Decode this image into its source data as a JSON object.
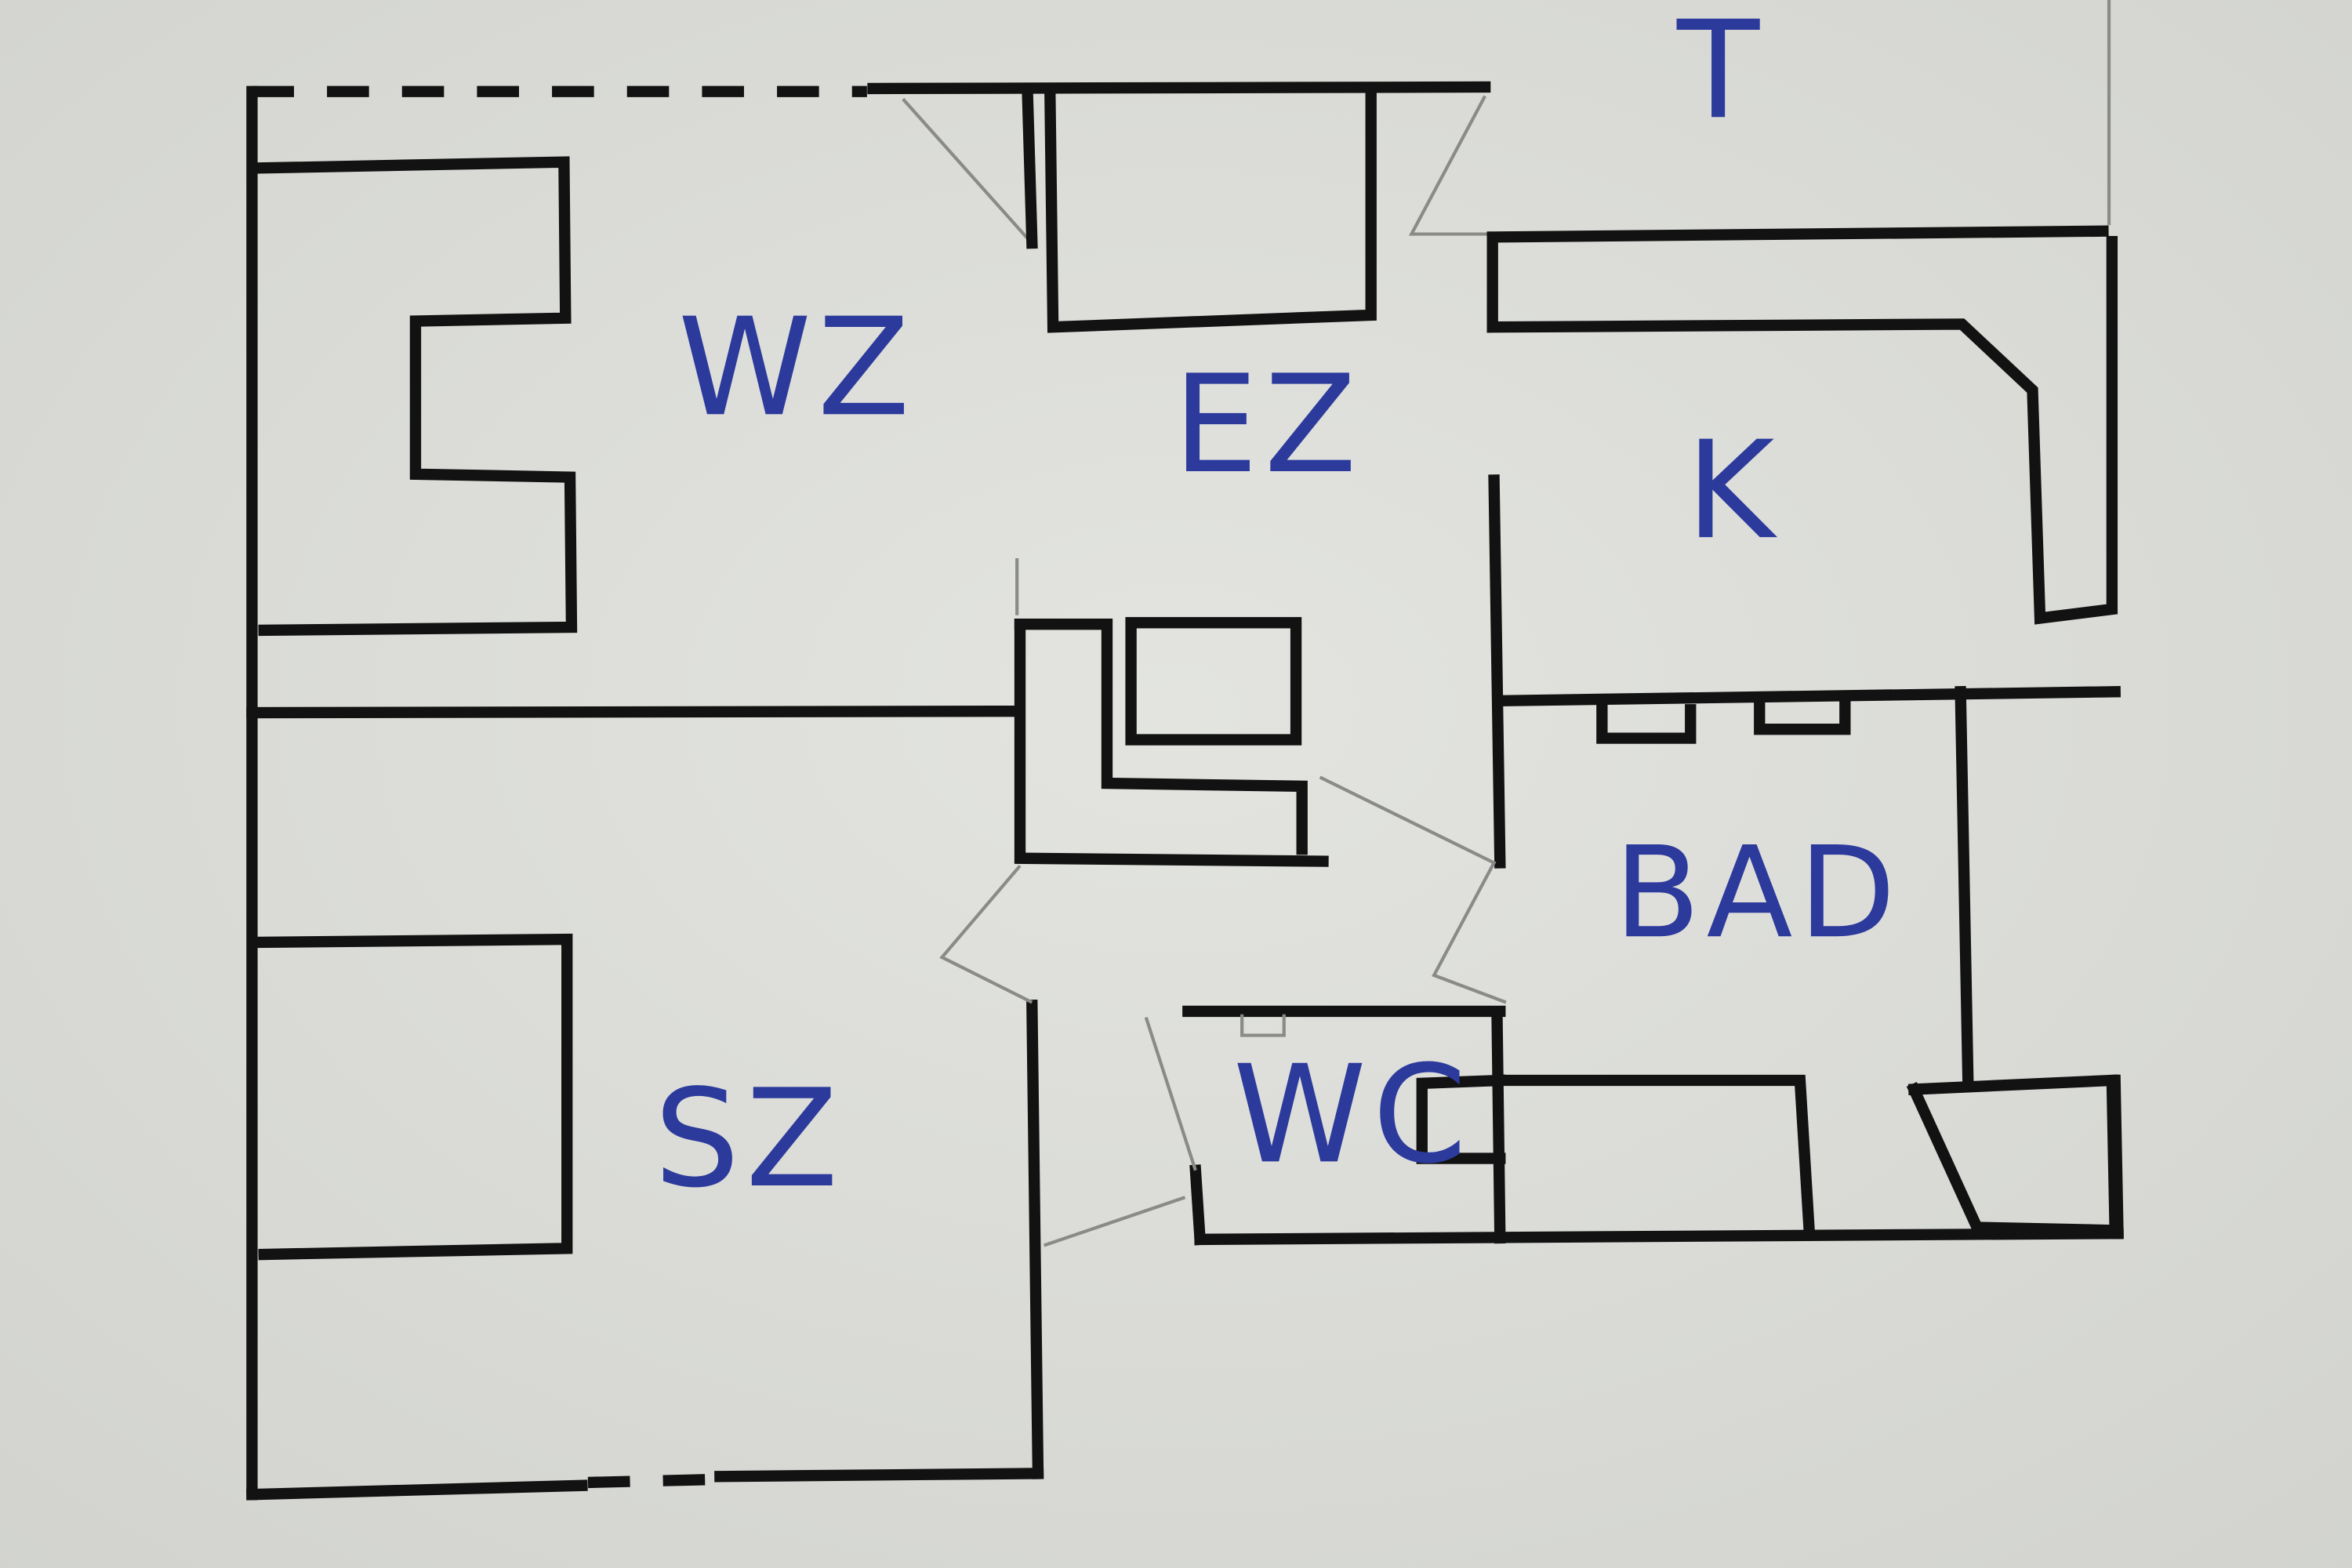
{
  "rooms": {
    "wz": "WZ",
    "ez": "EZ",
    "t": "T",
    "k": "K",
    "bad": "BAD",
    "wc": "WC",
    "sz": "SZ"
  },
  "colors": {
    "paper": "#dedfdb",
    "ink": "#121212",
    "pen": "#2c3a9c",
    "pencil": "#8a8a88"
  }
}
